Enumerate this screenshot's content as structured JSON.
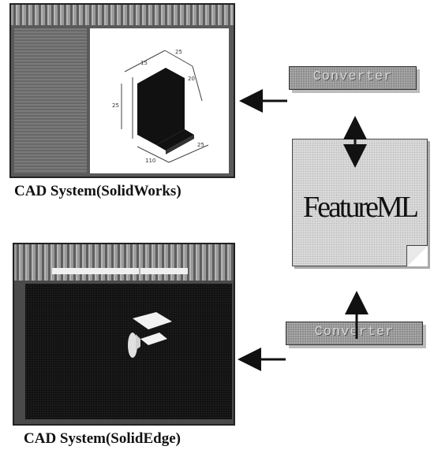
{
  "top": {
    "caption": "CAD System(SolidWorks)"
  },
  "bottom": {
    "caption": "CAD System(SolidEdge)"
  },
  "converters": {
    "top_label": "Converter",
    "bottom_label": "Converter"
  },
  "featureml": {
    "label": "FeatureML"
  }
}
